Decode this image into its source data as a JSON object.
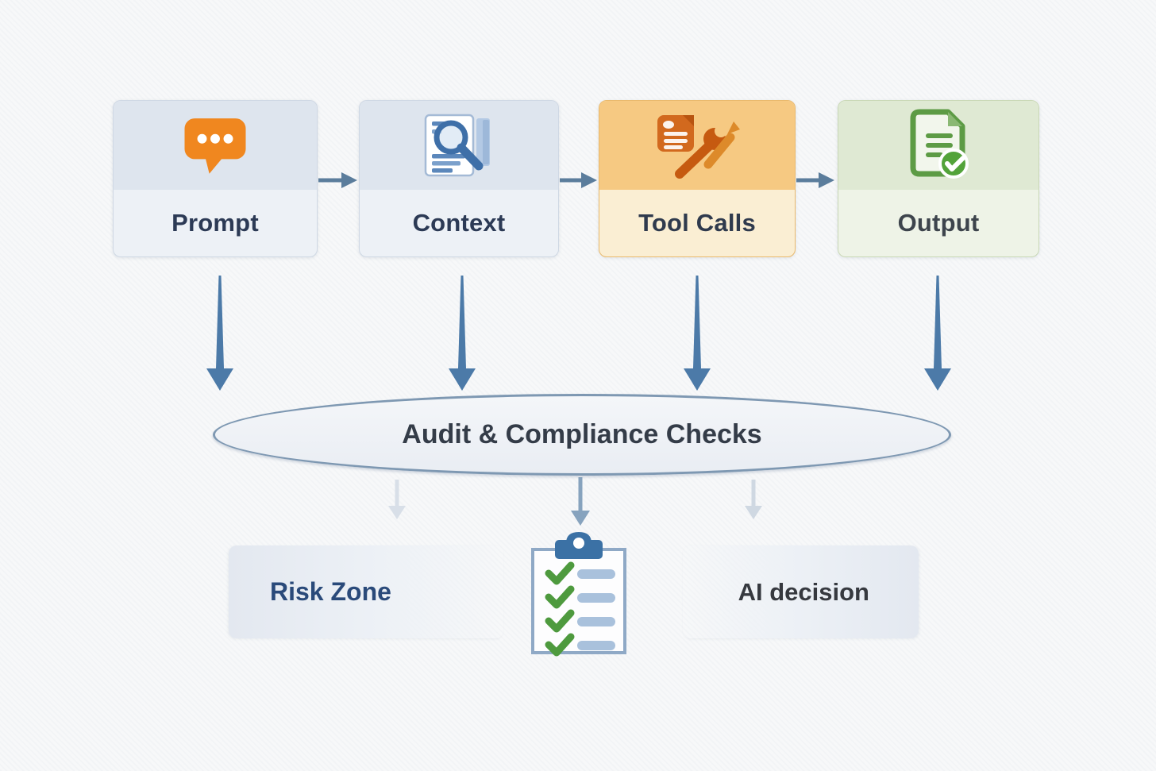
{
  "stages": [
    {
      "label": "Prompt",
      "icon": "chat-bubble-icon",
      "theme": "blue"
    },
    {
      "label": "Context",
      "icon": "document-search-icon",
      "theme": "blue"
    },
    {
      "label": "Tool Calls",
      "icon": "tools-icon",
      "theme": "orange"
    },
    {
      "label": "Output",
      "icon": "document-check-icon",
      "theme": "green"
    }
  ],
  "audit_pill": {
    "label": "Audit & Compliance Checks"
  },
  "outcomes": {
    "risk": {
      "label": "Risk Zone"
    },
    "checklist": {
      "icon": "checklist-clipboard-icon"
    },
    "decision": {
      "label": "AI decision"
    }
  },
  "colors": {
    "stage_blue_top": "#dee5ee",
    "stage_blue_bottom": "#edf1f6",
    "stage_orange_top": "#f6c982",
    "stage_orange_bottom": "#faeed3",
    "stage_green_top": "#dfe9d3",
    "stage_green_bottom": "#eef3e7",
    "horizontal_arrow": "#5b7d9c",
    "vertical_arrow": "#4c7aa8",
    "faded_arrow": "#d8dfe8",
    "middle_arrow": "#87a3be",
    "pill_border": "#7e98b2",
    "label_navy": "#2c3a55",
    "risk_text": "#2a4a7a",
    "decision_text": "#36393f",
    "accent_orange": "#f0871f",
    "accent_tool_orange": "#c65a10",
    "accent_green": "#53a33a",
    "accent_blue": "#3b71a5",
    "check_green": "#4e9a3e"
  }
}
